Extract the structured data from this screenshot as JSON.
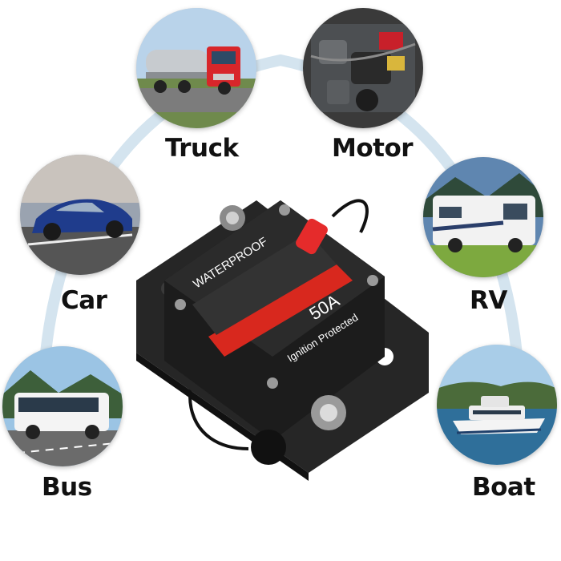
{
  "applications": [
    {
      "id": "truck",
      "label": "Truck",
      "icon": "truck-icon"
    },
    {
      "id": "motor",
      "label": "Motor",
      "icon": "engine-icon"
    },
    {
      "id": "car",
      "label": "Car",
      "icon": "car-icon"
    },
    {
      "id": "rv",
      "label": "RV",
      "icon": "rv-icon"
    },
    {
      "id": "bus",
      "label": "Bus",
      "icon": "bus-icon"
    },
    {
      "id": "boat",
      "label": "Boat",
      "icon": "boat-icon"
    }
  ],
  "product": {
    "brand_text": "WATERPROOF",
    "rating": "50A",
    "feature_text": "Ignition Protected",
    "body_color": "#1c1c1c",
    "accent_color": "#d8281e"
  },
  "colors": {
    "arc": "#d4e4ef",
    "label": "#111111"
  }
}
